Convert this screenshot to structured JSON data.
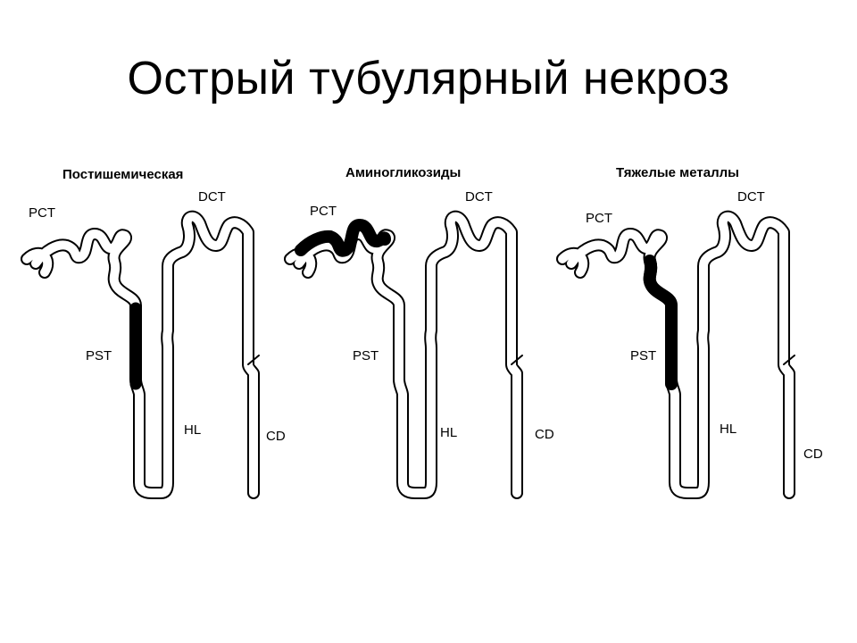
{
  "slide": {
    "title": "Острый тубулярный некроз"
  },
  "panels": [
    {
      "title": "Постишемическая",
      "damaged_segment": "PST",
      "labels": {
        "pct": "PCT",
        "dct": "DCT",
        "pst": "PST",
        "hl": "HL",
        "cd": "CD"
      }
    },
    {
      "title": "Аминогликозиды",
      "damaged_segment": "PCT",
      "labels": {
        "pct": "PCT",
        "dct": "DCT",
        "pst": "PST",
        "hl": "HL",
        "cd": "CD"
      }
    },
    {
      "title": "Тяжелые металлы",
      "damaged_segment": "PST",
      "labels": {
        "pct": "PCT",
        "dct": "DCT",
        "pst": "PST",
        "hl": "HL",
        "cd": "CD"
      }
    }
  ],
  "colors": {
    "lumen": "#ffffff",
    "wall": "#000000",
    "necrosis": "#000000"
  }
}
